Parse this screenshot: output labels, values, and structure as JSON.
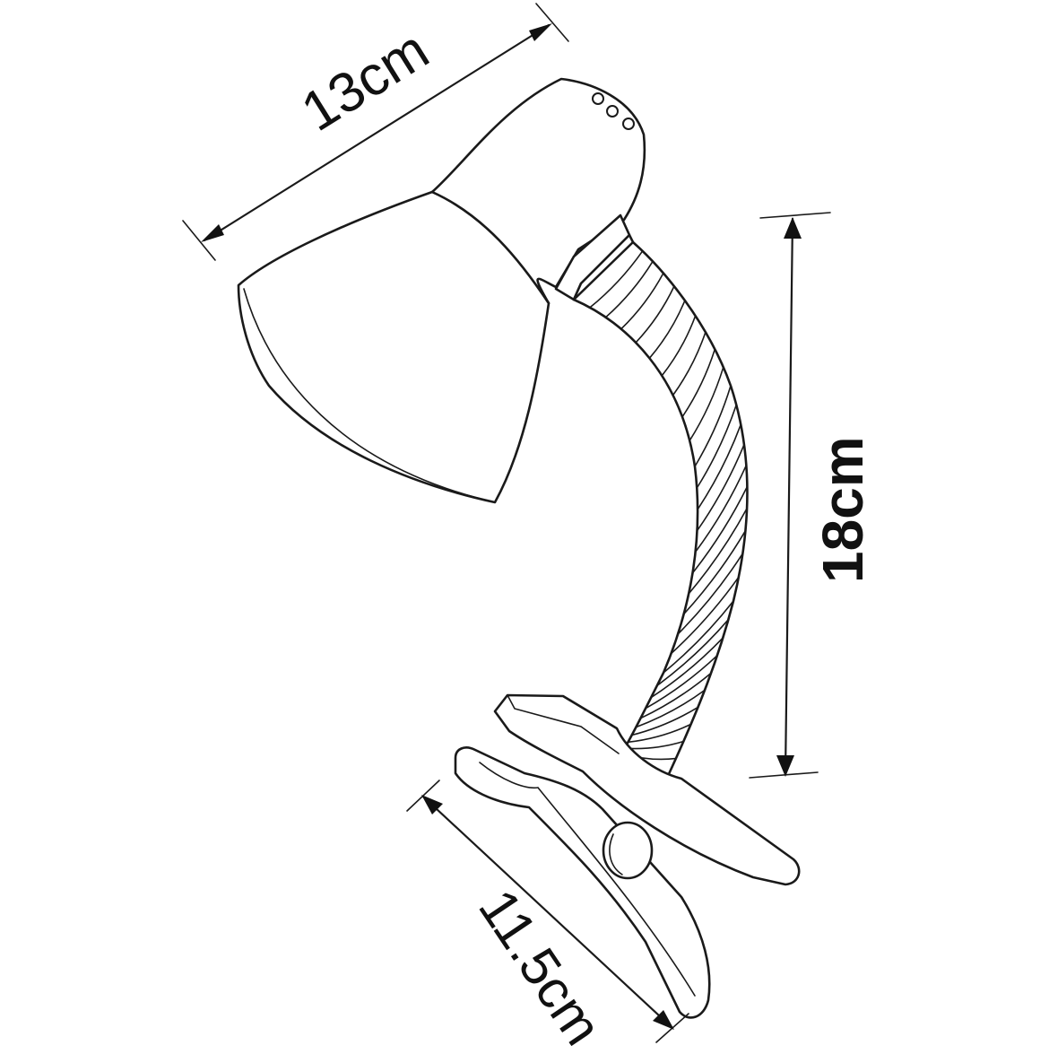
{
  "diagram": {
    "subject": "clip-on desk lamp",
    "colors": {
      "ink": "#1a1a1a",
      "background": "#ffffff"
    },
    "dimensions": {
      "shade_width": {
        "label": "13cm"
      },
      "height": {
        "label": "18cm"
      },
      "clip_length": {
        "label": "11.5cm"
      }
    }
  }
}
